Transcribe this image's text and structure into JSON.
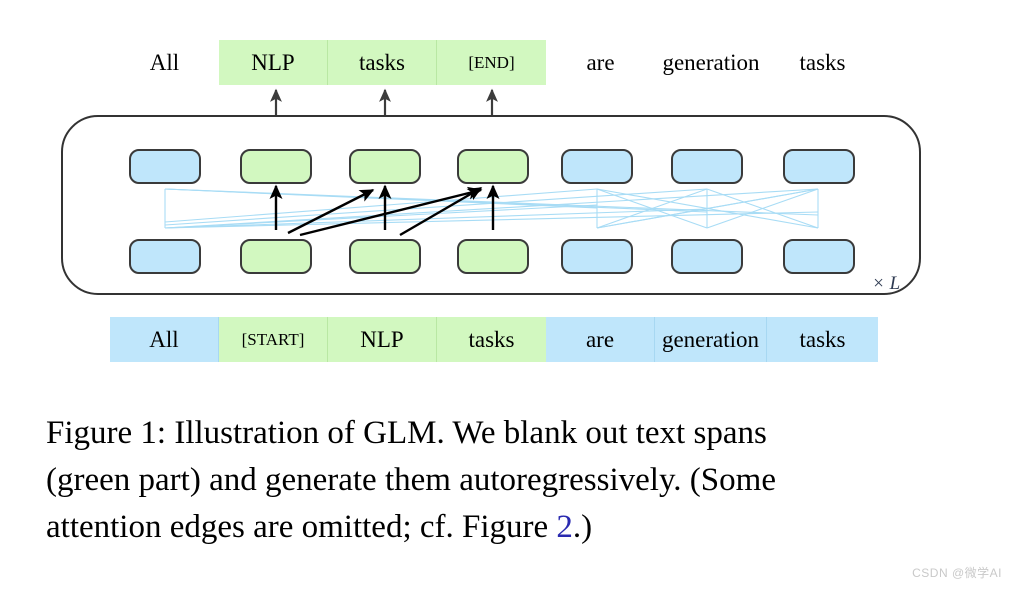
{
  "figure": {
    "label": "Figure 1",
    "caption_line_1": "Figure 1: Illustration of GLM. We blank out text spans",
    "caption_line_2": "(green part) and generate them autoregressively. (Some",
    "caption_line_3": "attention edges are omitted; cf. Figure ",
    "caption_ref": "2",
    "caption_line_3_tail": ".)",
    "repeat_label": "× L"
  },
  "colors": {
    "green_fill": "#d2f8c0",
    "green_band": "#d2f8c0",
    "green_stroke": "#3a3a3a",
    "blue_fill": "#bfe6fb",
    "blue_band": "#bfe6fb",
    "blue_stroke": "#3a3a3a",
    "attention_edge": "#a8dcf5",
    "autoregressive_arrow": "#000000",
    "container_stroke": "#333333",
    "caption_text": "#000000",
    "caption_ref": "#2a2ab0",
    "watermark": "#c9c9c9"
  },
  "output_row": {
    "name": "predicted-output-tokens",
    "tokens": [
      {
        "text": "All",
        "highlight": "none",
        "size": "normal"
      },
      {
        "text": "NLP",
        "highlight": "green",
        "size": "normal"
      },
      {
        "text": "tasks",
        "highlight": "green",
        "size": "normal"
      },
      {
        "text": "[END]",
        "highlight": "green",
        "size": "small"
      },
      {
        "text": "are",
        "highlight": "none",
        "size": "normal"
      },
      {
        "text": "generation",
        "highlight": "none",
        "size": "normal"
      },
      {
        "text": "tasks",
        "highlight": "none",
        "size": "normal"
      }
    ]
  },
  "input_row": {
    "name": "input-tokens",
    "tokens": [
      {
        "text": "All",
        "highlight": "blue",
        "size": "normal"
      },
      {
        "text": "[START]",
        "highlight": "green",
        "size": "small"
      },
      {
        "text": "NLP",
        "highlight": "green",
        "size": "normal"
      },
      {
        "text": "tasks",
        "highlight": "green",
        "size": "normal"
      },
      {
        "text": "are",
        "highlight": "blue",
        "size": "normal"
      },
      {
        "text": "generation",
        "highlight": "blue",
        "size": "normal"
      },
      {
        "text": "tasks",
        "highlight": "blue",
        "size": "normal"
      }
    ]
  },
  "transformer_block": {
    "name": "transformer-layer-block",
    "repeat_label": "× L",
    "upper_states": [
      {
        "color": "blue"
      },
      {
        "color": "green"
      },
      {
        "color": "green"
      },
      {
        "color": "green"
      },
      {
        "color": "blue"
      },
      {
        "color": "blue"
      },
      {
        "color": "blue"
      }
    ],
    "lower_states": [
      {
        "color": "blue"
      },
      {
        "color": "green"
      },
      {
        "color": "green"
      },
      {
        "color": "green"
      },
      {
        "color": "blue"
      },
      {
        "color": "blue"
      },
      {
        "color": "blue"
      }
    ]
  },
  "watermark": {
    "text": "CSDN @微学AI"
  }
}
